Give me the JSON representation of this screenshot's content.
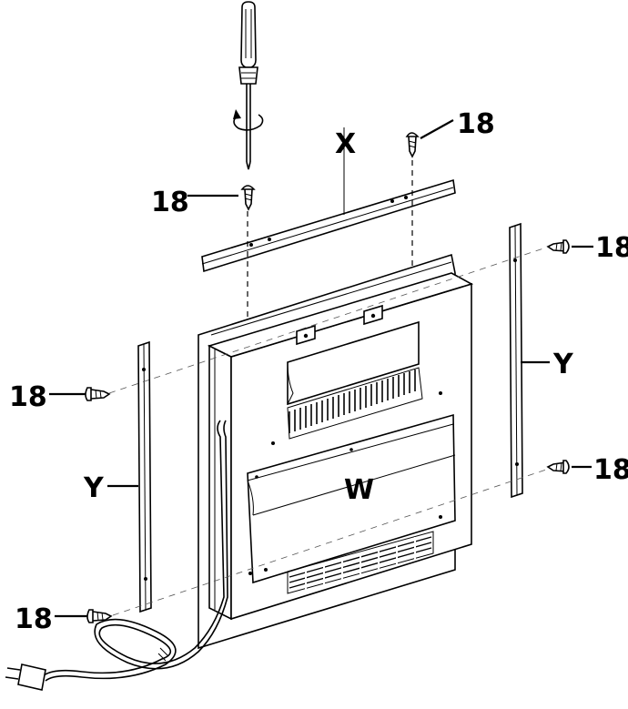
{
  "labels": {
    "screw_top_right": "18",
    "rail_top": "X",
    "screw_top_left": "18",
    "screw_right_top": "18",
    "trim_right": "Y",
    "screw_left_top": "18",
    "trim_left": "Y",
    "heater": "W",
    "screw_right_bottom": "18",
    "screw_left_bottom": "18"
  }
}
